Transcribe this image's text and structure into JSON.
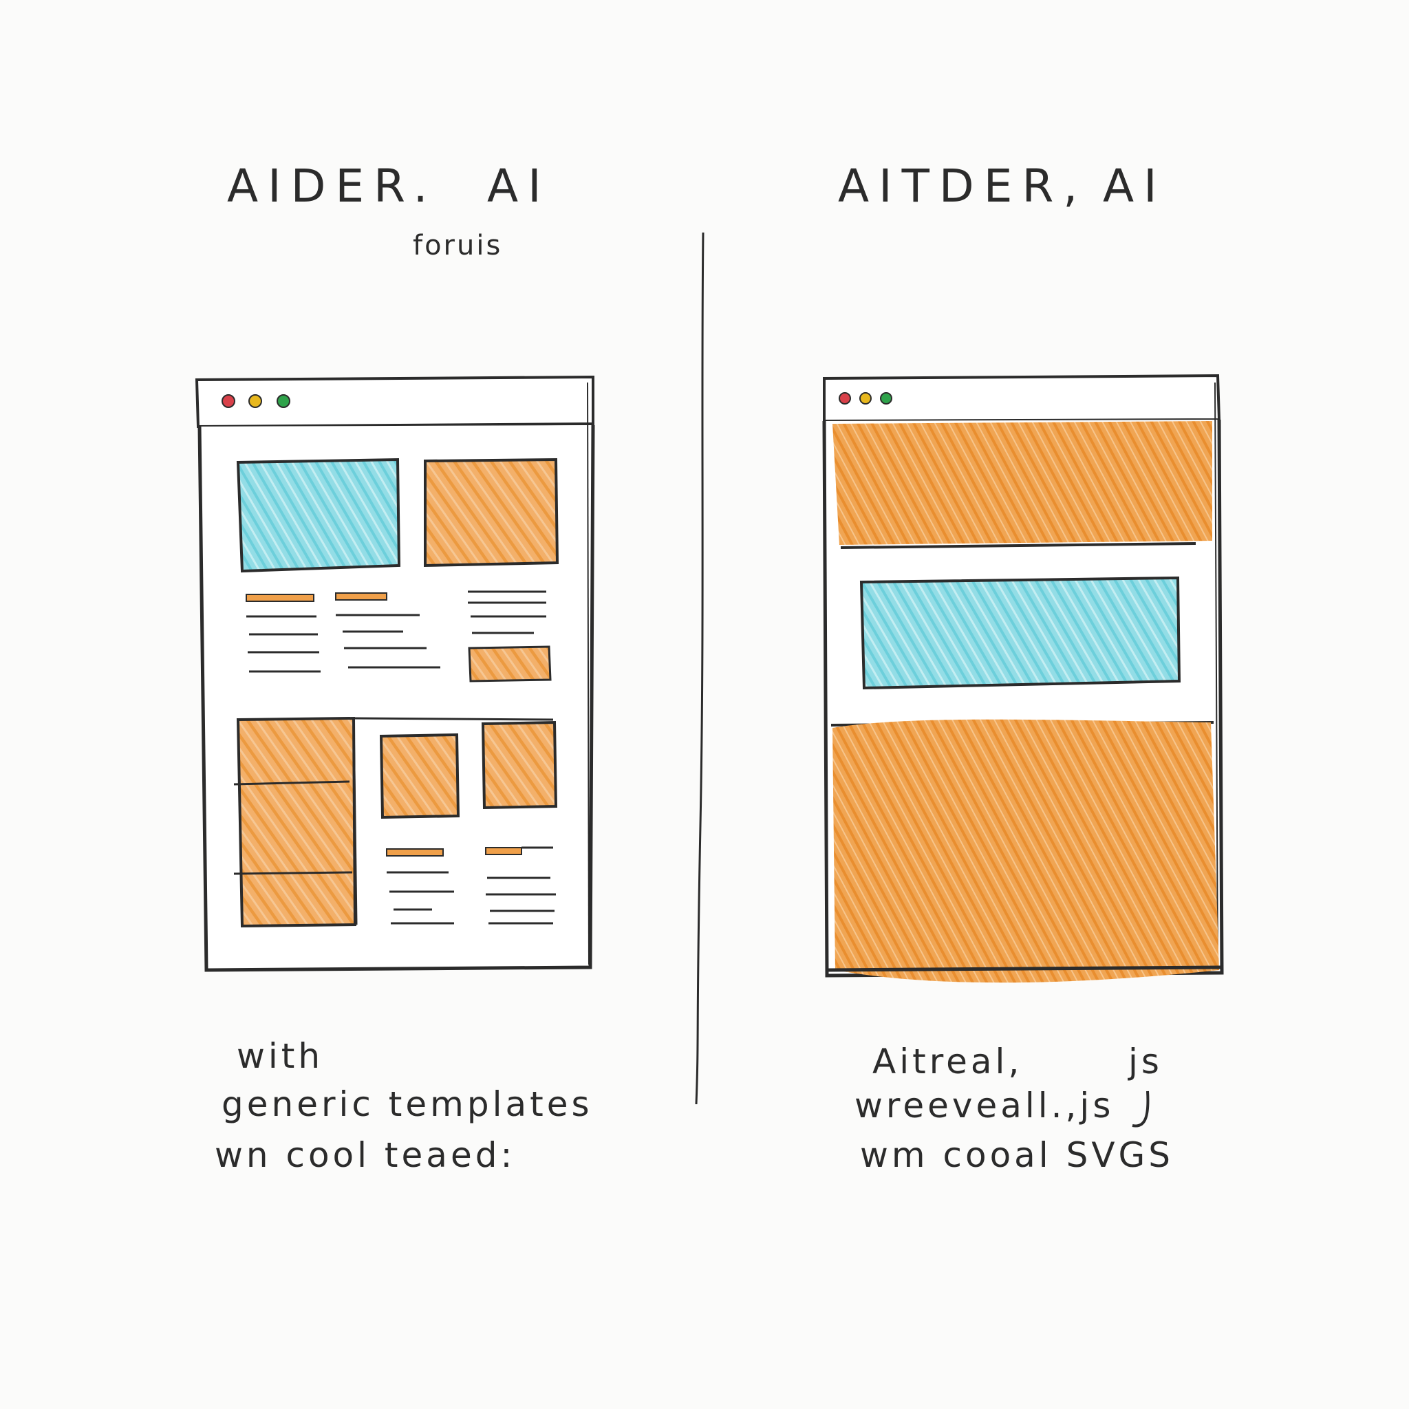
{
  "left_panel": {
    "title_word_1": "AIDER.",
    "title_word_2": "AI",
    "subtitle": "foruis",
    "caption_line_1": "with",
    "caption_line_2": "generic templates",
    "caption_line_3": "wn cool teaed:"
  },
  "right_panel": {
    "title_word_1": "AITDER,",
    "title_word_2": "AI",
    "caption_line_1": "Aitreal,",
    "caption_line_1_note": "js",
    "caption_line_2": "wreeveall.,js",
    "caption_line_3": "wm cooal SVGS"
  },
  "colors": {
    "ink": "#2b2b2b",
    "orange": "#f0a04a",
    "cyan": "#7fd6e0",
    "dot_red": "#d9414a",
    "dot_yellow": "#e8b81e",
    "dot_green": "#2fa34b"
  }
}
